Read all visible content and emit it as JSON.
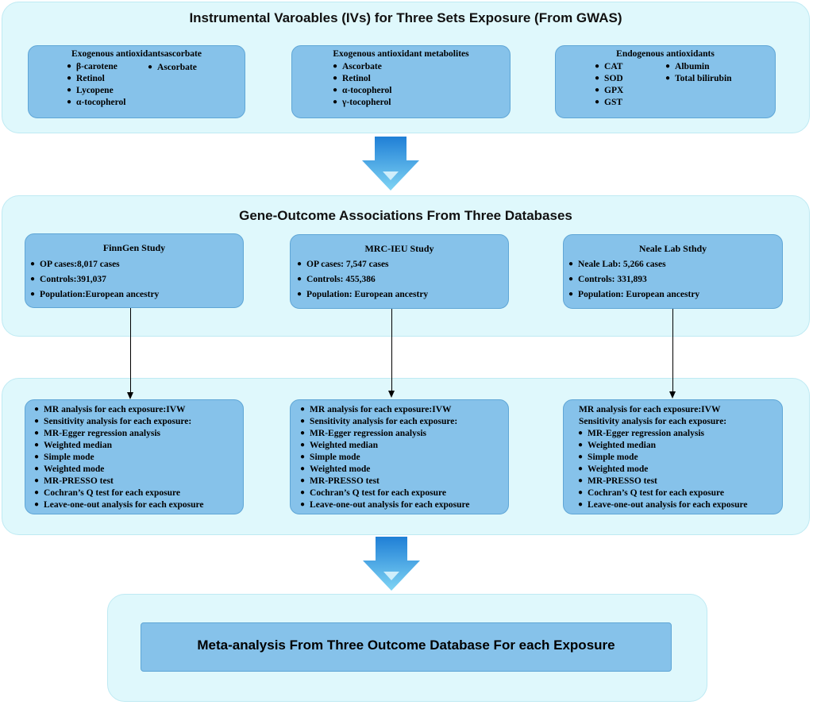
{
  "panel1": {
    "title": "Instrumental Varoables (IVs) for Three Sets Exposure (From GWAS)",
    "boxes": [
      {
        "title": "Exogenous antioxidantsascorbate",
        "col1": [
          "β-carotene",
          "Retinol",
          "Lycopene",
          "α-tocopherol"
        ],
        "col2": [
          "Ascorbate"
        ]
      },
      {
        "title": "Exogenous antioxidant metabolites",
        "col1": [
          "Ascorbate",
          "Retinol",
          "α-tocopherol",
          "γ-tocopherol"
        ]
      },
      {
        "title": "Endogenous antioxidants",
        "col1": [
          "CAT",
          "SOD",
          "GPX",
          "GST"
        ],
        "col2": [
          "Albumin",
          "Total bilirubin"
        ]
      }
    ]
  },
  "panel2": {
    "title": "Gene-Outcome Associations From Three Databases",
    "boxes": [
      {
        "title": "FinnGen Study",
        "items": [
          "OP cases:8,017 cases",
          "Controls:391,037",
          "Population:European ancestry"
        ]
      },
      {
        "title": "MRC-IEU Study",
        "items": [
          "OP cases: 7,547 cases",
          "Controls: 455,386",
          "Population: European ancestry"
        ]
      },
      {
        "title": "Neale Lab Sthdy",
        "items": [
          "Neale Lab: 5,266 cases",
          "Controls: 331,893",
          "Population: European ancestry"
        ]
      }
    ]
  },
  "panel3": {
    "boxes": [
      {
        "items": [
          "MR analysis for each exposure:IVW",
          "Sensitivity analysis for each exposure:",
          "MR-Egger regression analysis",
          "Weighted median",
          "Simple mode",
          "Weighted mode",
          "MR-PRESSO test",
          "Cochran’s Q test for each exposure",
          "Leave-one-out analysis for each exposure"
        ]
      },
      {
        "items": [
          "MR analysis for each exposure:IVW",
          "Sensitivity analysis for each exposure:",
          "MR-Egger regression analysis",
          "Weighted median",
          "Simple mode",
          "Weighted mode",
          "MR-PRESSO test",
          "Cochran’s Q test for each exposure",
          "Leave-one-out analysis for each exposure"
        ]
      },
      {
        "header": [
          "MR analysis for each exposure:IVW",
          "Sensitivity analysis for each exposure:"
        ],
        "items": [
          "MR-Egger regression analysis",
          "Weighted median",
          "Simple mode",
          "Weighted mode",
          "MR-PRESSO test",
          "Cochran’s Q test for each exposure",
          "Leave-one-out analysis for each exposure"
        ]
      }
    ]
  },
  "panel4": {
    "title": "Meta-analysis From Three Outcome Database For each Exposure"
  },
  "colors": {
    "panel_bg": "#dff8fc",
    "box_fill": "#86c2ea",
    "arrow": "#2b8fe0"
  }
}
